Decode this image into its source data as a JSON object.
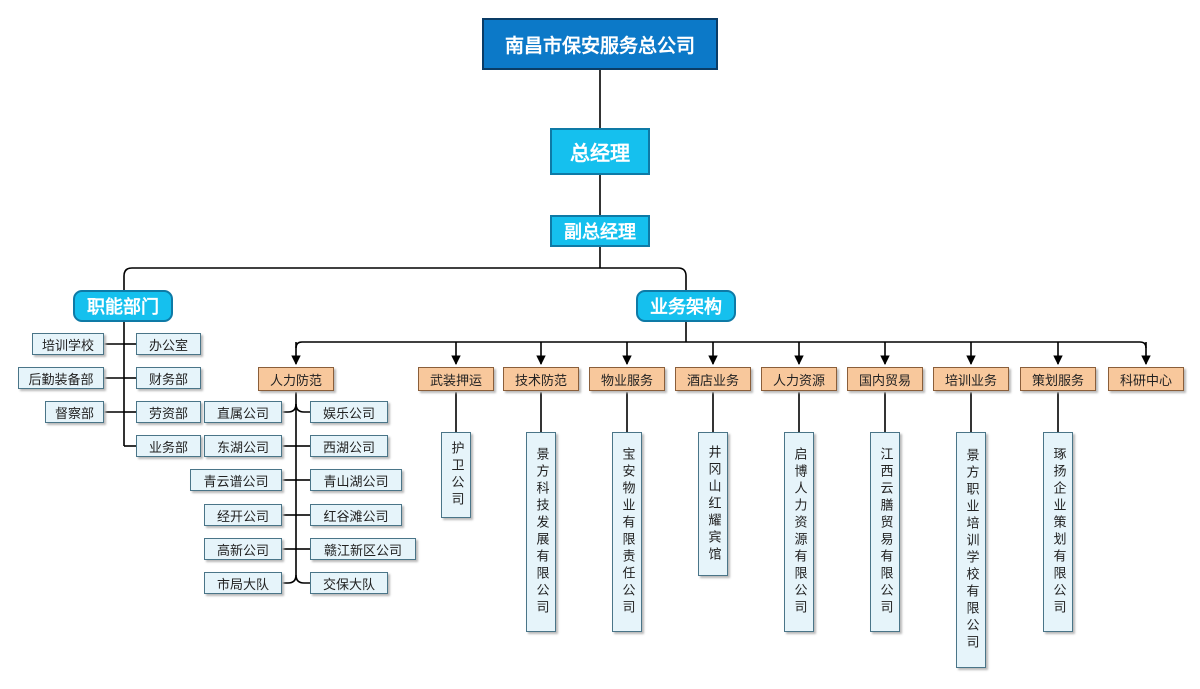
{
  "root": "南昌市保安服务总公司",
  "manager": "总经理",
  "deputy": "副总经理",
  "functional": {
    "title": "职能部门",
    "left": [
      "培训学校",
      "后勤装备部",
      "督察部"
    ],
    "right": [
      "办公室",
      "财务部",
      "劳资部",
      "业务部"
    ]
  },
  "business": {
    "title": "业务架构",
    "security": {
      "title": "人力防范",
      "left": [
        "直属公司",
        "东湖公司",
        "青云谱公司",
        "经开公司",
        "高新公司",
        "市局大队"
      ],
      "right": [
        "娱乐公司",
        "西湖公司",
        "青山湖公司",
        "红谷滩公司",
        "赣江新区公司",
        "交保大队"
      ]
    },
    "units": [
      {
        "title": "武装押运",
        "company": "护卫公司"
      },
      {
        "title": "技术防范",
        "company": "景方科技发展有限公司"
      },
      {
        "title": "物业服务",
        "company": "宝安物业有限责任公司"
      },
      {
        "title": "酒店业务",
        "company": "井冈山红耀宾馆"
      },
      {
        "title": "人力资源",
        "company": "启博人力资源有限公司"
      },
      {
        "title": "国内贸易",
        "company": "江西云膳贸易有限公司"
      },
      {
        "title": "培训业务",
        "company": "景方职业培训学校有限公司"
      },
      {
        "title": "策划服务",
        "company": "琢扬企业策划有限公司"
      },
      {
        "title": "科研中心",
        "company": ""
      }
    ]
  }
}
